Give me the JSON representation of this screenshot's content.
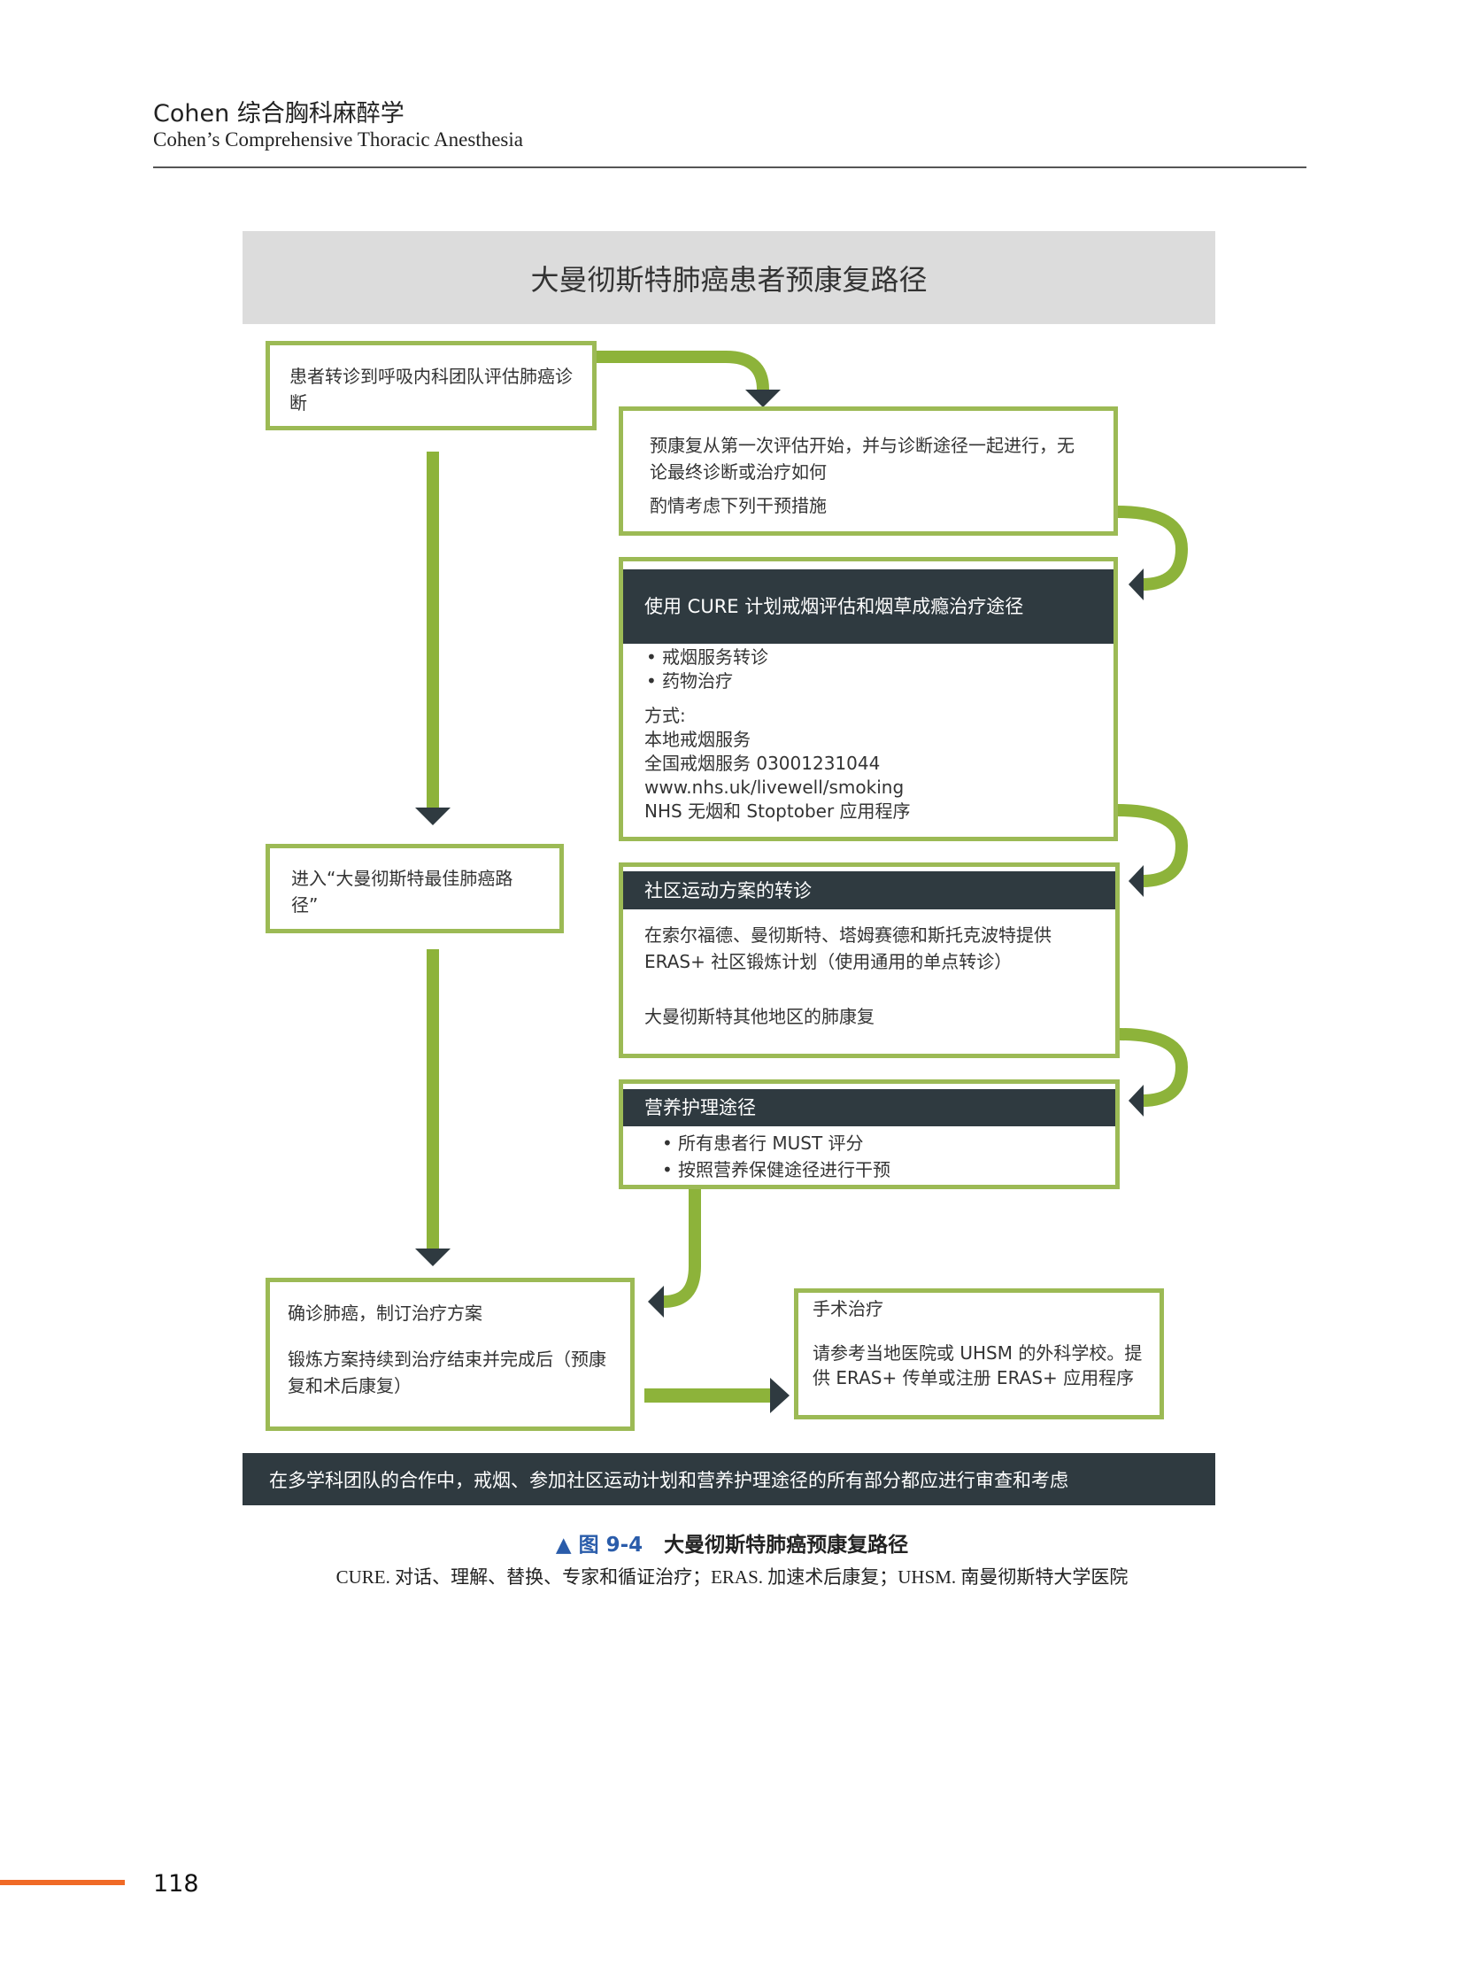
{
  "header": {
    "title_cn": "Cohen 综合胸科麻醉学",
    "title_en": "Cohen’s Comprehensive Thoracic Anesthesia"
  },
  "figure": {
    "title": "大曼彻斯特肺癌患者预康复路径",
    "box_referral": "患者转诊到呼吸内科团队评估肺癌诊断",
    "box_prehab": {
      "line1": "预康复从第一次评估开始，并与诊断途径一起进行，无论最终诊断或治疗如何",
      "line2": "酌情考虑下列干预措施"
    },
    "box_smoking": {
      "header": "使用 CURE 计划戒烟评估和烟草成瘾治疗途径",
      "bullets": [
        "戒烟服务转诊",
        "药物治疗"
      ],
      "lines": [
        "方式:",
        "本地戒烟服务",
        "全国戒烟服务 03001231044",
        "www.nhs.uk/livewell/smoking",
        "NHS 无烟和 Stoptober 应用程序"
      ]
    },
    "box_optimal": "进入“大曼彻斯特最佳肺癌路径”",
    "box_exercise": {
      "header": "社区运动方案的转诊",
      "line1": "在索尔福德、曼彻斯特、塔姆赛德和斯托克波特提供 ERAS+ 社区锻炼计划（使用通用的单点转诊）",
      "line2": "大曼彻斯特其他地区的肺康复"
    },
    "box_nutrition": {
      "header": "营养护理途径",
      "bullets": [
        "所有患者行 MUST 评分",
        "按照营养保健途径进行干预"
      ]
    },
    "box_diagnosis": {
      "line1": "确诊肺癌，制订治疗方案",
      "line2": "锻炼方案持续到治疗结束并完成后（预康复和术后康复）"
    },
    "box_surgery": {
      "title": "手术治疗",
      "line1": "请参考当地医院或 UHSM 的外科学校。提供 ERAS+ 传单或注册 ERAS+ 应用程序"
    },
    "bottom_band": "在多学科团队的合作中，戒烟、参加社区运动计划和营养护理途径的所有部分都应进行审查和考虑"
  },
  "caption": {
    "marker": "▲",
    "figure_label": "图 9-4",
    "title": "大曼彻斯特肺癌预康复路径",
    "note": "CURE. 对话、理解、替换、专家和循证治疗；ERAS. 加速术后康复；UHSM. 南曼彻斯特大学医院"
  },
  "page_number": "118",
  "colors": {
    "green": "#8db33a",
    "dark": "#2f3a40",
    "accent": "#f06a26",
    "blue": "#2a5caa"
  }
}
